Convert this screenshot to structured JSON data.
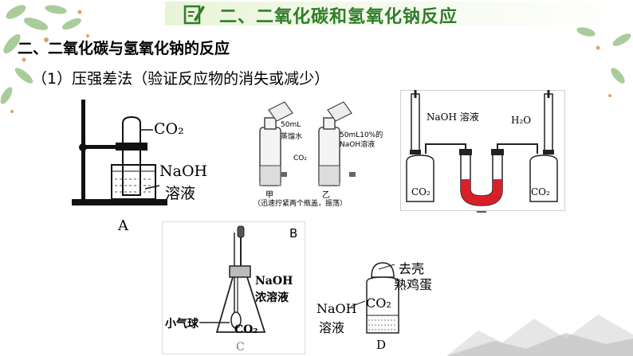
{
  "header": {
    "title": "二、二氧化碳和氢氧化钠反应",
    "icon": "edit-note-icon",
    "accent": "#2f7d2a"
  },
  "section": {
    "title": "二、二氧化碳与氢氧化钠的反应"
  },
  "method": {
    "title": "（1）压强差法（验证反应物的消失或减少）"
  },
  "figA": {
    "gas": "CO₂",
    "solution_line1": "NaOH",
    "solution_line2": "溶液",
    "caption": "A"
  },
  "figBottles": {
    "left_note_line1": "50mL",
    "left_note_line2": "蒸馏水",
    "right_note_line1": "50mL10%的",
    "right_note_line2": "NaOH溶液",
    "gas": "CO₂",
    "left_label": "甲",
    "right_label": "乙",
    "caption": "（迅速拧紧两个瓶盖，振荡）"
  },
  "figU": {
    "left_syringe": "NaOH 溶液",
    "right_syringe": "H₂O",
    "left_bottle": "CO₂",
    "right_bottle": "CO₂"
  },
  "figB": {
    "caption": "B"
  },
  "figC": {
    "solution_line1": "NaOH",
    "solution_line2": "浓溶液",
    "balloon": "小气球",
    "gas": "CO₂",
    "caption": "C"
  },
  "figD": {
    "egg_line1": "去壳",
    "egg_line2": "熟鸡蛋",
    "solution_line1": "NaOH",
    "solution_line2": "溶液",
    "gas": "CO₂",
    "caption": "D"
  }
}
